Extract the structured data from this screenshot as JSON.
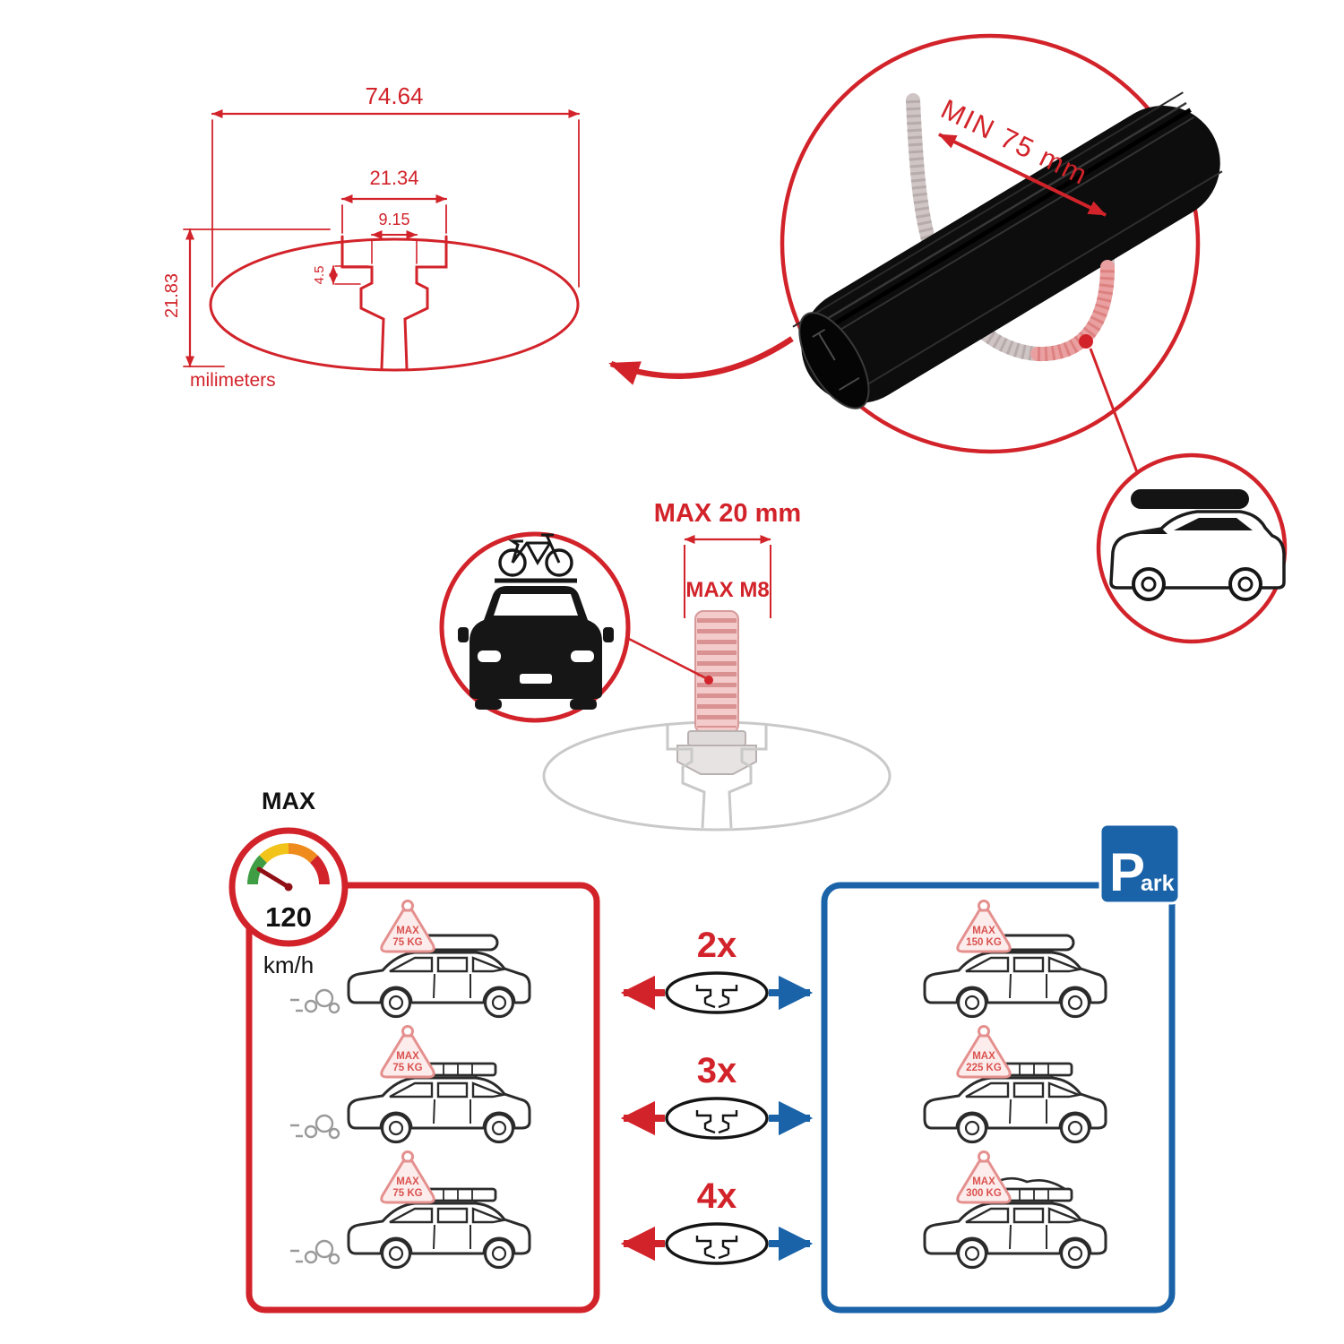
{
  "colors": {
    "accent_red": "#d2232a",
    "park_blue": "#1a63a8"
  },
  "technical_drawing": {
    "width_total": "74.64",
    "channel_width": "21.34",
    "slot_width": "9.15",
    "lip_depth": "4.5",
    "height_total": "21.83",
    "unit_label": "milimeters"
  },
  "bar_detail": {
    "min_span_label": "MIN 75 mm"
  },
  "bolt_spec": {
    "max_width_label": "MAX 20 mm",
    "thread_label": "MAX M8"
  },
  "speed_limit": {
    "max_label": "MAX",
    "value": "120",
    "unit": "km/h"
  },
  "park_sign": {
    "letter": "P",
    "suffix": "ark"
  },
  "comparison": {
    "rows": [
      {
        "count_label": "2x",
        "left_tag": {
          "max_label": "MAX",
          "weight": "75 KG"
        },
        "right_tag": {
          "max_label": "MAX",
          "weight": "150 KG"
        }
      },
      {
        "count_label": "3x",
        "left_tag": {
          "max_label": "MAX",
          "weight": "75 KG"
        },
        "right_tag": {
          "max_label": "MAX",
          "weight": "225 KG"
        }
      },
      {
        "count_label": "4x",
        "left_tag": {
          "max_label": "MAX",
          "weight": "75 KG"
        },
        "right_tag": {
          "max_label": "MAX",
          "weight": "300 KG"
        }
      }
    ]
  }
}
